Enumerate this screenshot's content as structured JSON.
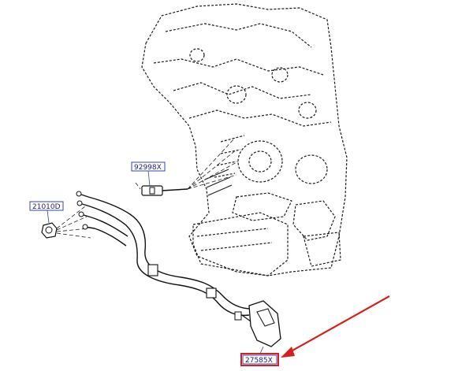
{
  "labels": {
    "glow_plug": "92998X",
    "nut": "21010D",
    "harness": "27585X"
  },
  "highlight": {
    "color": "#d62020",
    "target": "harness"
  },
  "colors": {
    "label_border": "#3344aa",
    "label_text": "#1a1a7a",
    "linework": "#1a1a1a"
  }
}
